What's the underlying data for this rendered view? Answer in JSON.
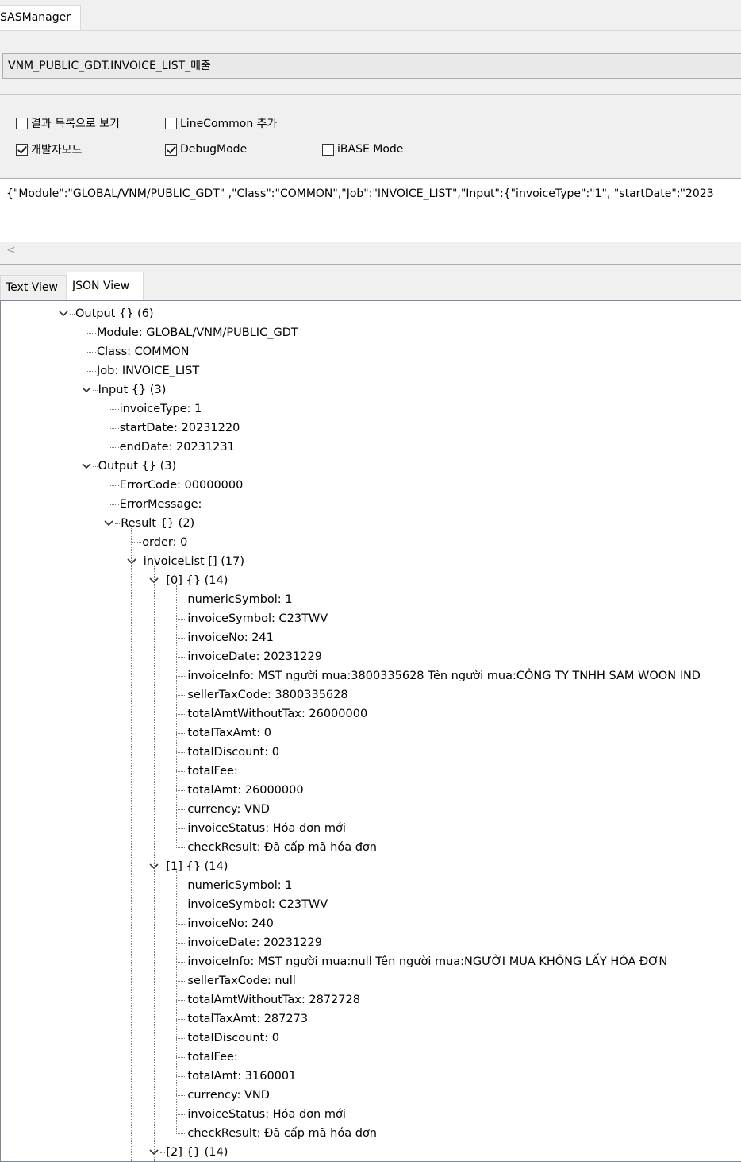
{
  "window": {
    "tab_title": "SASManager"
  },
  "job_selector": {
    "value": "VNM_PUBLIC_GDT.INVOICE_LIST_매출"
  },
  "options": {
    "view_as_list": {
      "label": "결과 목록으로 보기",
      "checked": false
    },
    "line_common": {
      "label": "LineCommon 추가",
      "checked": false
    },
    "dev_mode": {
      "label": "개발자모드",
      "checked": true
    },
    "debug_mode": {
      "label": "DebugMode",
      "checked": true
    },
    "ibase_mode": {
      "label": "iBASE Mode",
      "checked": false
    }
  },
  "input_json": {
    "text": "{\"Module\":\"GLOBAL/VNM/PUBLIC_GDT\" ,\"Class\":\"COMMON\",\"Job\":\"INVOICE_LIST\",\"Input\":{\"invoiceType\":\"1\", \"startDate\":\"2023",
    "scroll_left": "<"
  },
  "view_tabs": {
    "text_view": "Text View",
    "json_view": "JSON View"
  },
  "tree": [
    {
      "level": 0,
      "text": "Output {} (6)",
      "expanded": true
    },
    {
      "level": 1,
      "text": "Module: GLOBAL/VNM/PUBLIC_GDT"
    },
    {
      "level": 1,
      "text": "Class: COMMON"
    },
    {
      "level": 1,
      "text": "Job: INVOICE_LIST"
    },
    {
      "level": 1,
      "text": "Input {} (3)",
      "expanded": true
    },
    {
      "level": 2,
      "text": "invoiceType: 1"
    },
    {
      "level": 2,
      "text": "startDate: 20231220"
    },
    {
      "level": 2,
      "text": "endDate: 20231231"
    },
    {
      "level": 1,
      "text": "Output {} (3)",
      "expanded": true
    },
    {
      "level": 2,
      "text": "ErrorCode: 00000000"
    },
    {
      "level": 2,
      "text": "ErrorMessage:"
    },
    {
      "level": 2,
      "text": "Result {} (2)",
      "expanded": true
    },
    {
      "level": 3,
      "text": "order: 0"
    },
    {
      "level": 3,
      "text": "invoiceList [] (17)",
      "expanded": true
    },
    {
      "level": 4,
      "text": "[0] {} (14)",
      "expanded": true
    },
    {
      "level": 5,
      "text": "numericSymbol: 1"
    },
    {
      "level": 5,
      "text": "invoiceSymbol: C23TWV"
    },
    {
      "level": 5,
      "text": "invoiceNo: 241"
    },
    {
      "level": 5,
      "text": "invoiceDate: 20231229"
    },
    {
      "level": 5,
      "text": "invoiceInfo: MST người mua:3800335628 Tên người mua:CÔNG TY TNHH SAM WOON IND"
    },
    {
      "level": 5,
      "text": "sellerTaxCode: 3800335628"
    },
    {
      "level": 5,
      "text": "totalAmtWithoutTax: 26000000"
    },
    {
      "level": 5,
      "text": "totalTaxAmt: 0"
    },
    {
      "level": 5,
      "text": "totalDiscount: 0"
    },
    {
      "level": 5,
      "text": "totalFee:"
    },
    {
      "level": 5,
      "text": "totalAmt: 26000000"
    },
    {
      "level": 5,
      "text": "currency: VND"
    },
    {
      "level": 5,
      "text": "invoiceStatus: Hóa đơn mới"
    },
    {
      "level": 5,
      "text": "checkResult: Đã cấp mã hóa đơn"
    },
    {
      "level": 4,
      "text": "[1] {} (14)",
      "expanded": true
    },
    {
      "level": 5,
      "text": "numericSymbol: 1"
    },
    {
      "level": 5,
      "text": "invoiceSymbol: C23TWV"
    },
    {
      "level": 5,
      "text": "invoiceNo: 240"
    },
    {
      "level": 5,
      "text": "invoiceDate: 20231229"
    },
    {
      "level": 5,
      "text": "invoiceInfo: MST người mua:null Tên người mua:NGƯỜI MUA KHÔNG LẤY HÓA ĐƠN"
    },
    {
      "level": 5,
      "text": "sellerTaxCode: null"
    },
    {
      "level": 5,
      "text": "totalAmtWithoutTax: 2872728"
    },
    {
      "level": 5,
      "text": "totalTaxAmt: 287273"
    },
    {
      "level": 5,
      "text": "totalDiscount: 0"
    },
    {
      "level": 5,
      "text": "totalFee:"
    },
    {
      "level": 5,
      "text": "totalAmt: 3160001"
    },
    {
      "level": 5,
      "text": "currency: VND"
    },
    {
      "level": 5,
      "text": "invoiceStatus: Hóa đơn mới"
    },
    {
      "level": 5,
      "text": "checkResult: Đã cấp mã hóa đơn"
    },
    {
      "level": 4,
      "text": "[2] {} (14)",
      "expanded": true
    }
  ]
}
